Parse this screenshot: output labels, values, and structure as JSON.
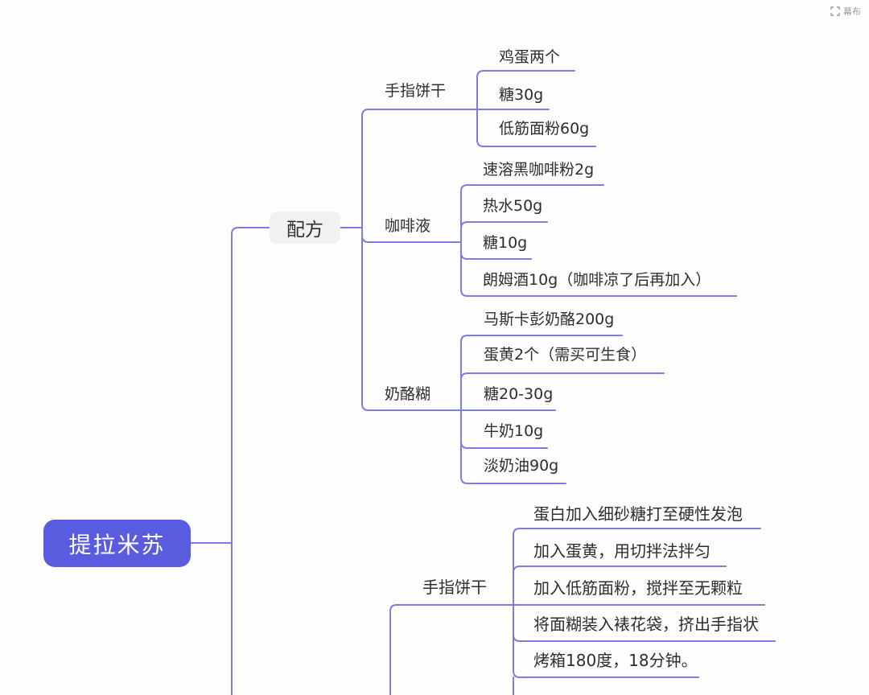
{
  "app": {
    "brand": "幕布",
    "brand_icon": "fit-screen-icon"
  },
  "colors": {
    "root_bg": "#5a5ce0",
    "root_text": "#ffffff",
    "branch_bg": "#f1f1f2",
    "line": "#7b7ee0",
    "text": "#2d2d2d",
    "brand_text": "#9599a2"
  },
  "mindmap": {
    "root": {
      "label": "提拉米苏"
    },
    "recipe": {
      "label": "配方",
      "groups": [
        {
          "label": "手指饼干",
          "items": [
            "鸡蛋两个",
            "糖30g",
            "低筋面粉60g"
          ]
        },
        {
          "label": "咖啡液",
          "items": [
            "速溶黑咖啡粉2g",
            "热水50g",
            "糖10g",
            "朗姆酒10g（咖啡凉了后再加入）"
          ]
        },
        {
          "label": "奶酪糊",
          "items": [
            "马斯卡彭奶酪200g",
            "蛋黄2个（需买可生食）",
            "糖20-30g",
            "牛奶10g",
            "淡奶油90g"
          ]
        }
      ]
    },
    "steps": {
      "label": "手指饼干",
      "items": [
        "蛋白加入细砂糖打至硬性发泡",
        "加入蛋黄，用切拌法拌匀",
        "加入低筋面粉，搅拌至无颗粒",
        "将面糊装入裱花袋，挤出手指状",
        "烤箱180度，18分钟。"
      ]
    }
  }
}
